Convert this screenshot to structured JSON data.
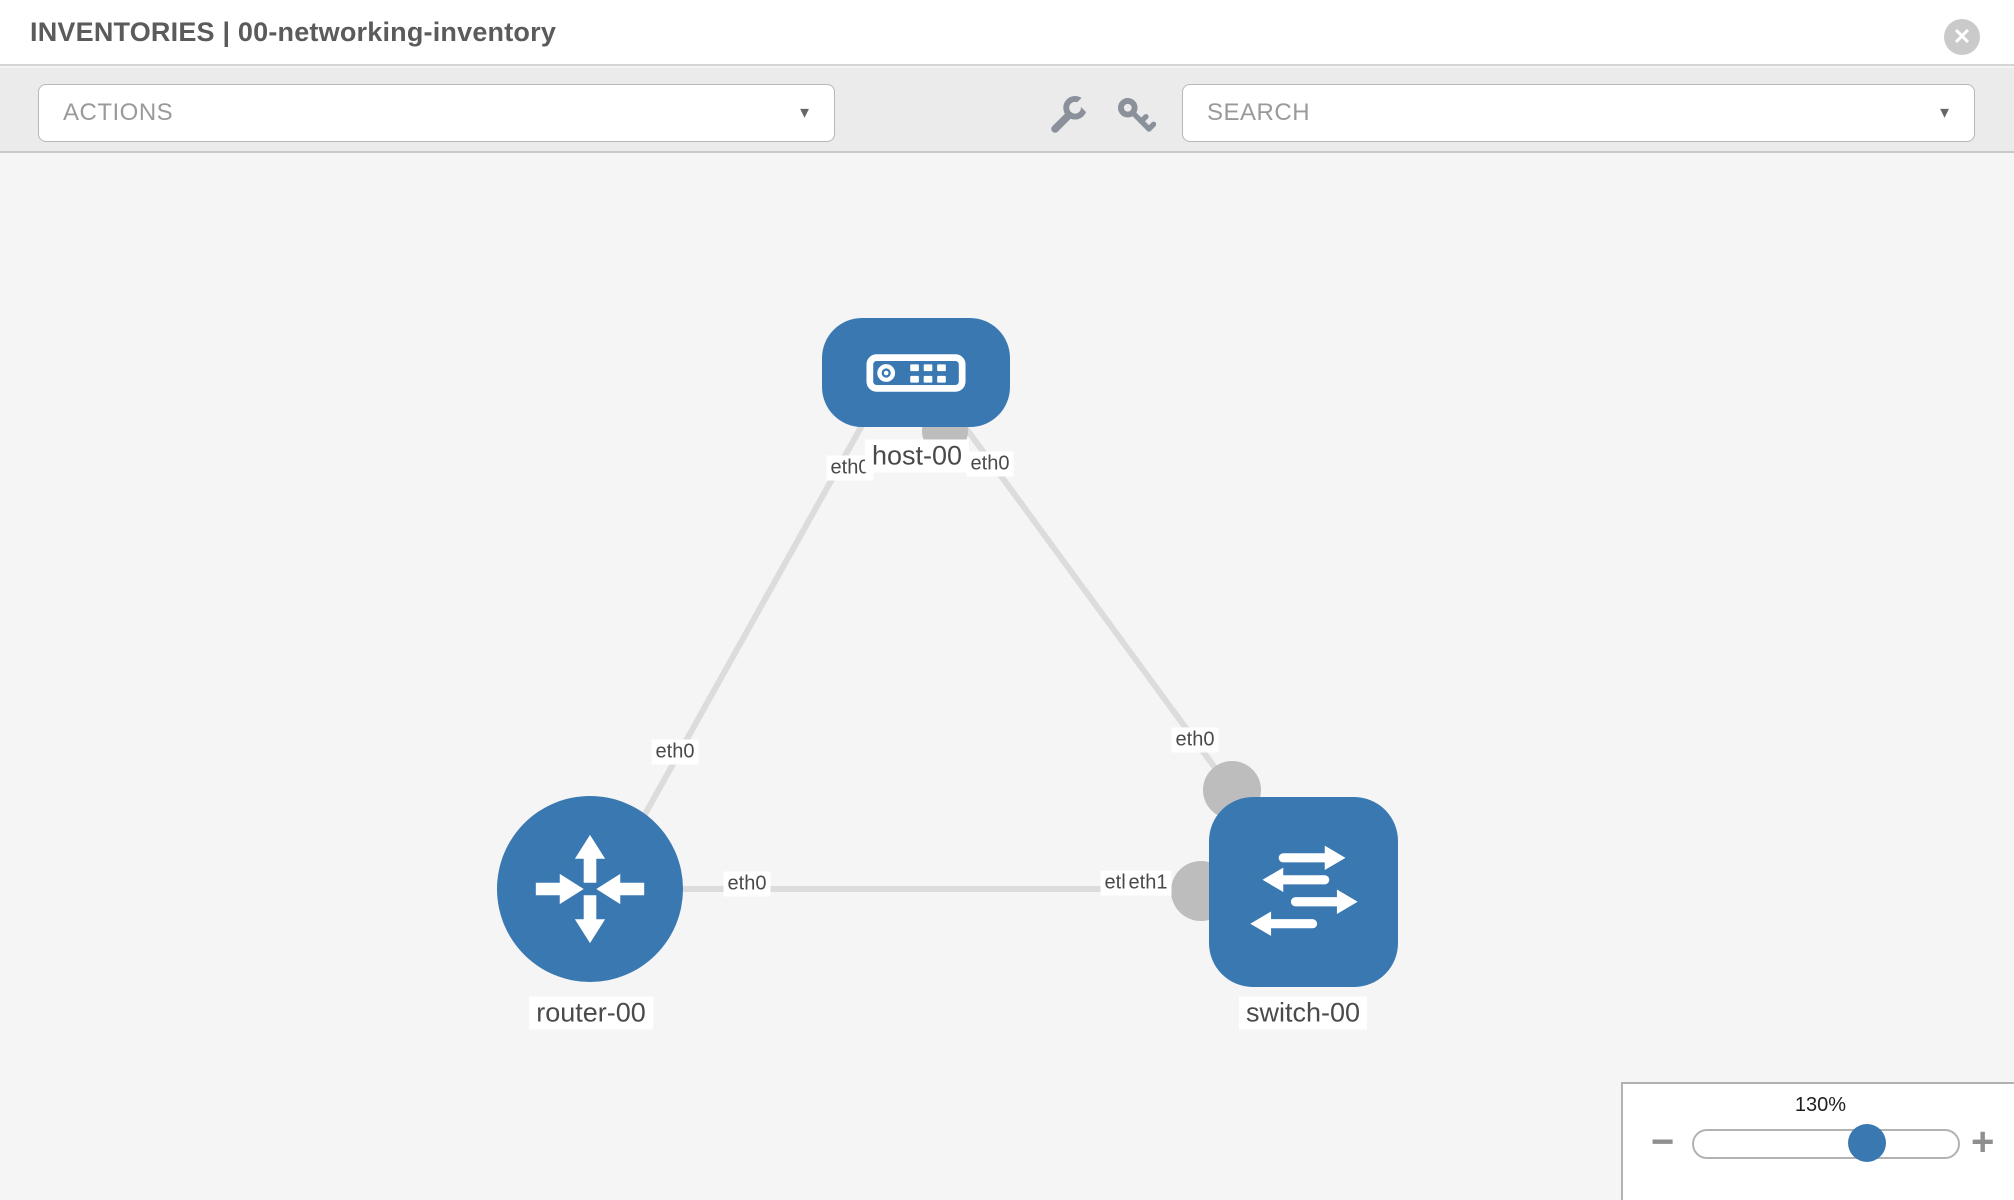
{
  "header": {
    "title": "INVENTORIES | 00-networking-inventory",
    "close_icon": "✕"
  },
  "toolbar": {
    "actions": {
      "placeholder": "ACTIONS",
      "caret": "▼"
    },
    "search": {
      "placeholder": "SEARCH",
      "caret": "▼"
    },
    "icons": [
      "wrench-icon",
      "key-icon"
    ]
  },
  "canvas": {
    "nodes": [
      {
        "id": "host-00",
        "label": "host-00",
        "type": "host",
        "icon": "host-icon"
      },
      {
        "id": "router-00",
        "label": "router-00",
        "type": "router",
        "icon": "router-icon"
      },
      {
        "id": "switch-00",
        "label": "switch-00",
        "type": "switch",
        "icon": "switch-icon"
      }
    ],
    "links": [
      {
        "from": "host-00",
        "to": "router-00",
        "from_if": "eth0",
        "to_if": "eth0"
      },
      {
        "from": "host-00",
        "to": "switch-00",
        "from_if": "eth0",
        "to_if": "eth0"
      },
      {
        "from": "router-00",
        "to": "switch-00",
        "from_if": "eth0",
        "to_if": "eth1"
      }
    ],
    "interfaces": {
      "host_left": "eth0",
      "host_right": "eth0",
      "router_uplink": "eth0",
      "switch_top": "eth0",
      "router_right": "eth0",
      "switch_left_back": "eth0",
      "switch_left_front": "eth1"
    }
  },
  "zoom_control": {
    "level": "130%",
    "minus": "−",
    "plus": "+"
  },
  "colors": {
    "node_blue": "#3a78b2",
    "link_gray": "#dcdcdc",
    "connector_gray": "#bdbdbd",
    "toolbar_bg": "#ebebeb",
    "canvas_bg": "#f5f5f5",
    "icon_gray": "#8a919b"
  }
}
